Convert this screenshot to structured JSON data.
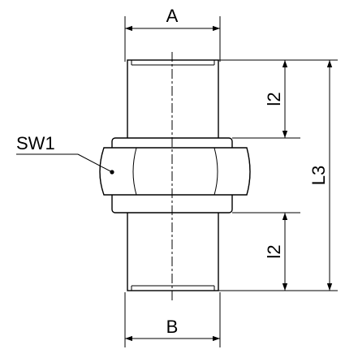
{
  "drawing": {
    "labels": {
      "dim_a": "A",
      "dim_b": "B",
      "dim_l2_top": "l2",
      "dim_l2_bottom": "l2",
      "dim_l3": "L3",
      "wrench_size": "SW1"
    }
  }
}
